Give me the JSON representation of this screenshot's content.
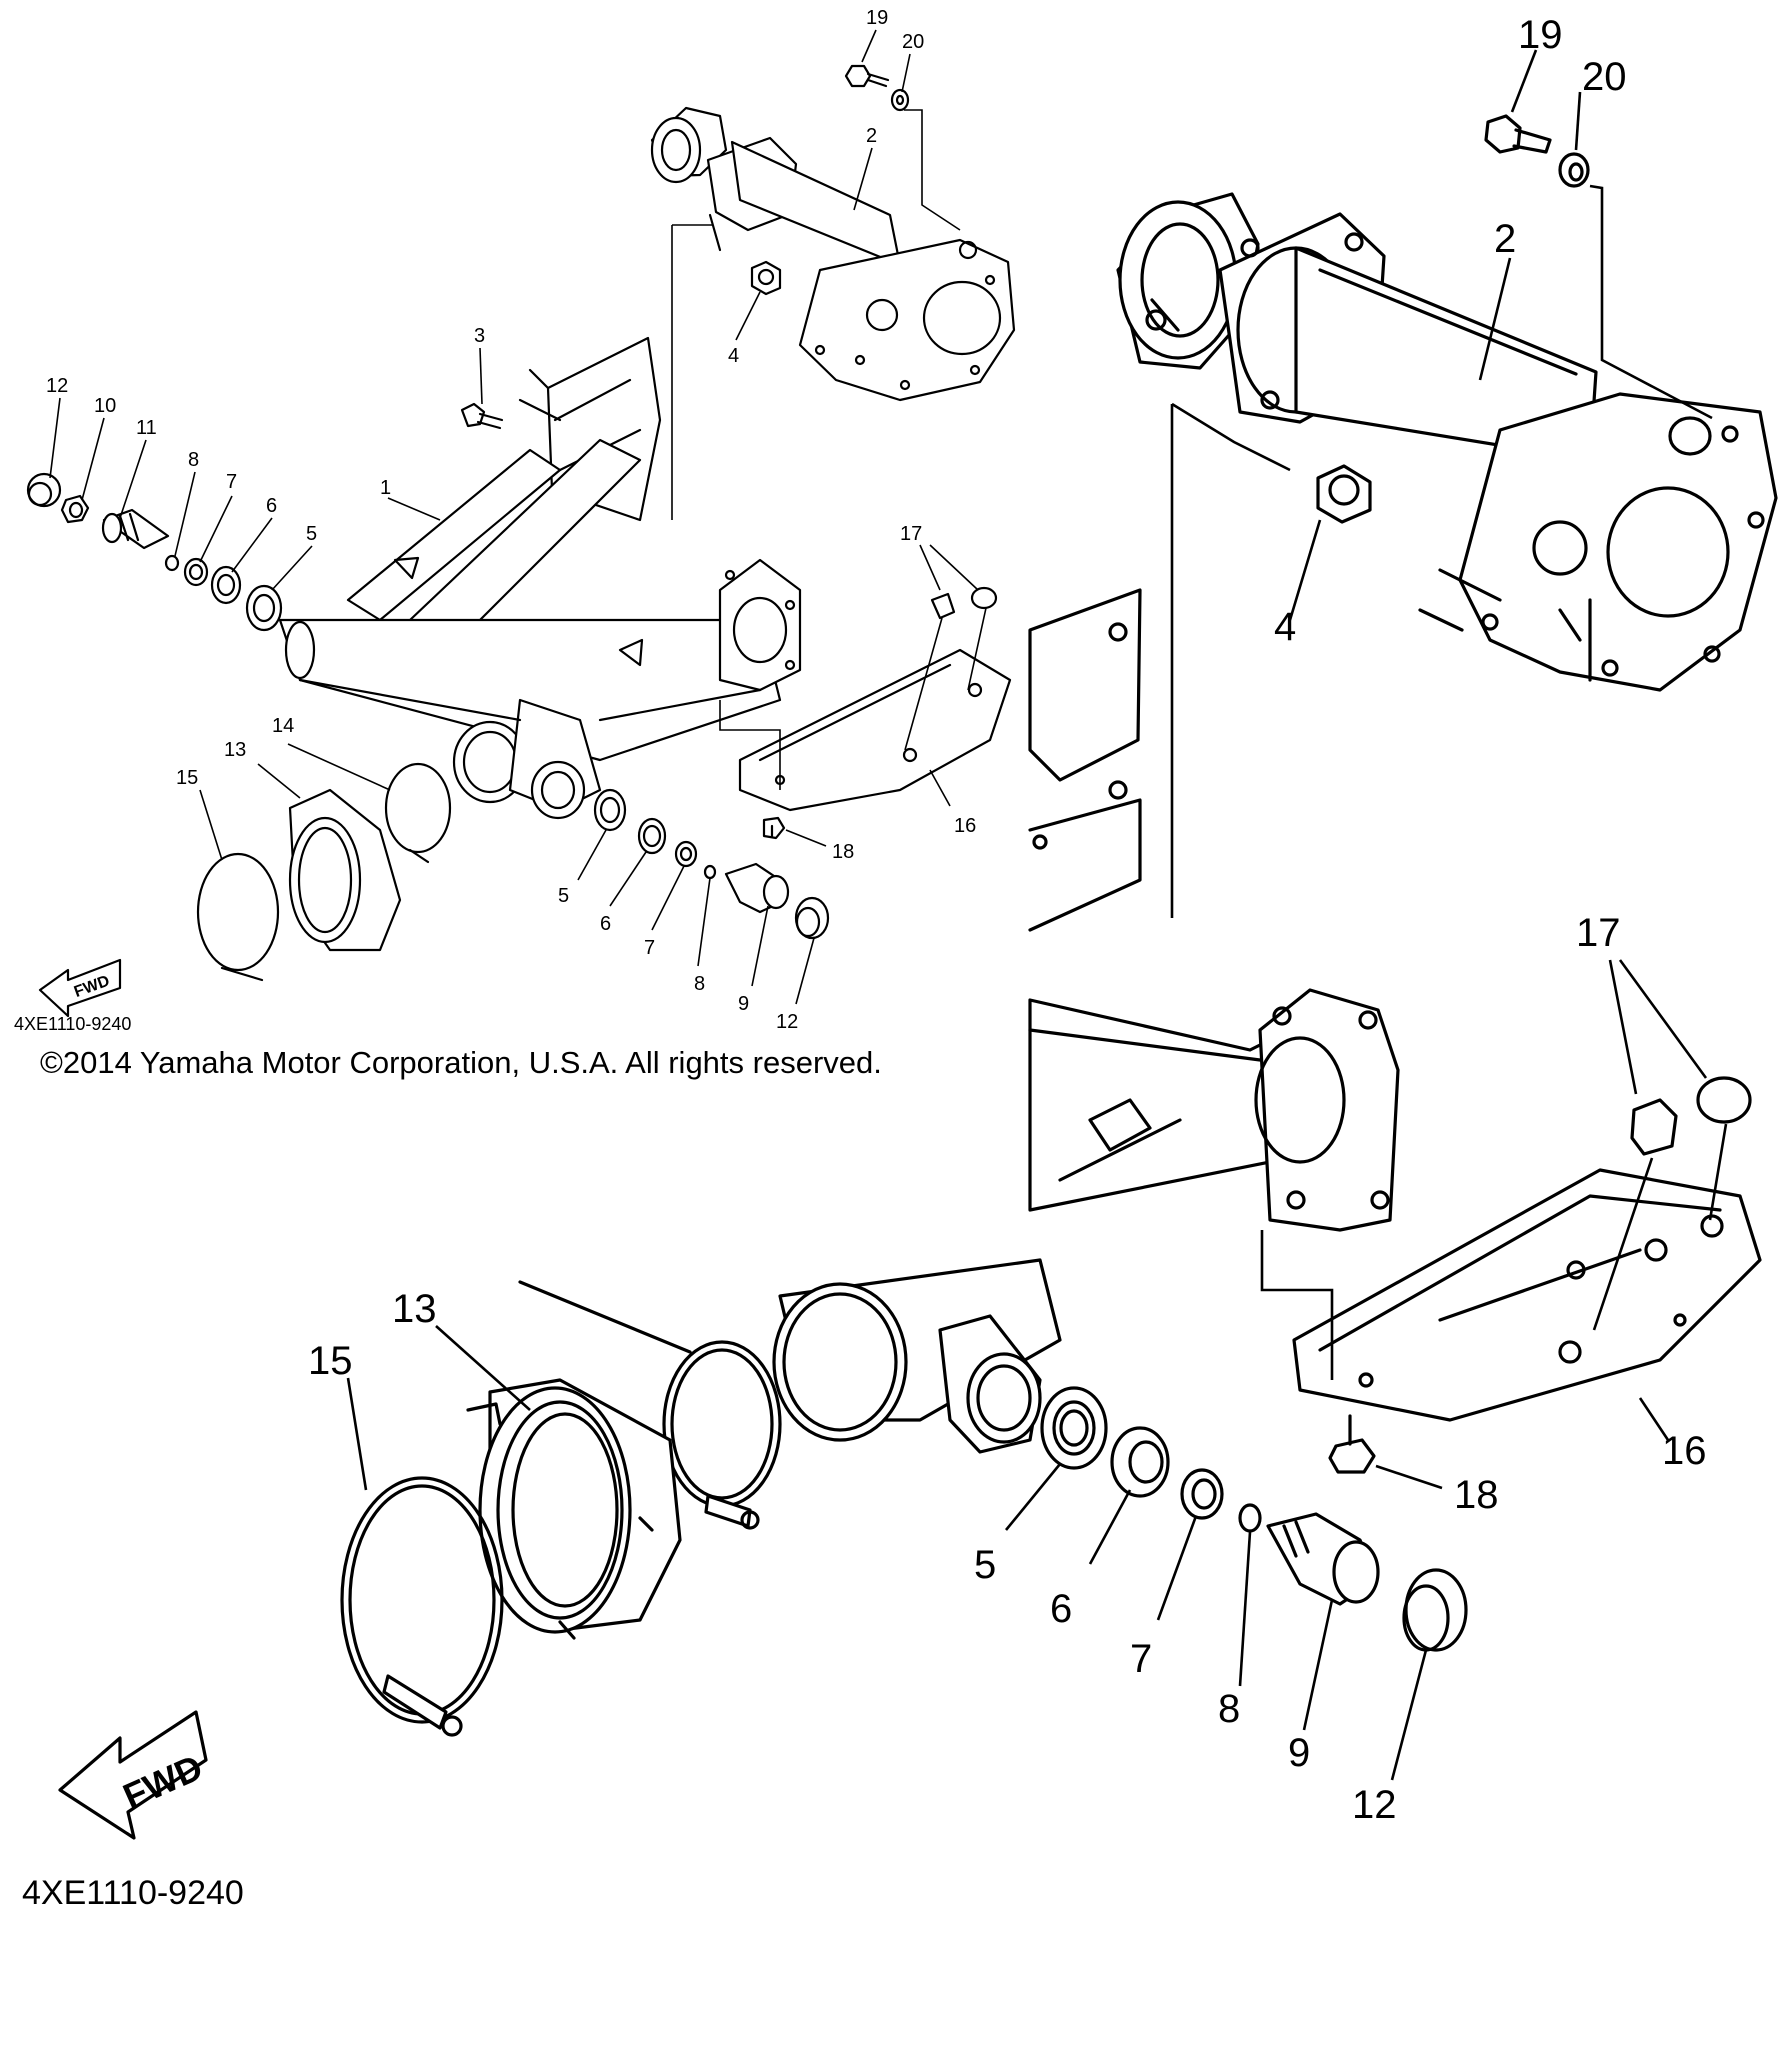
{
  "copyright": "©2014 Yamaha Motor Corporation, U.S.A. All rights reserved.",
  "diagram_code": "4XE1110-9240",
  "fwd_label": "FWD",
  "small_view_labels": {
    "p1": "1",
    "p2": "2",
    "p3": "3",
    "p4": "4",
    "p5a": "5",
    "p5b": "5",
    "p6a": "6",
    "p6b": "6",
    "p7a": "7",
    "p7b": "7",
    "p8a": "8",
    "p8b": "8",
    "p9": "9",
    "p10": "10",
    "p11": "11",
    "p12a": "12",
    "p12b": "12",
    "p13": "13",
    "p14": "14",
    "p15": "15",
    "p16": "16",
    "p17": "17",
    "p18": "18",
    "p19": "19",
    "p20": "20"
  },
  "zoom_view_labels": {
    "p2": "2",
    "p4": "4",
    "p5": "5",
    "p6": "6",
    "p7": "7",
    "p8": "8",
    "p9": "9",
    "p12": "12",
    "p13": "13",
    "p15": "15",
    "p16": "16",
    "p17": "17",
    "p18": "18",
    "p19": "19",
    "p20": "20"
  }
}
